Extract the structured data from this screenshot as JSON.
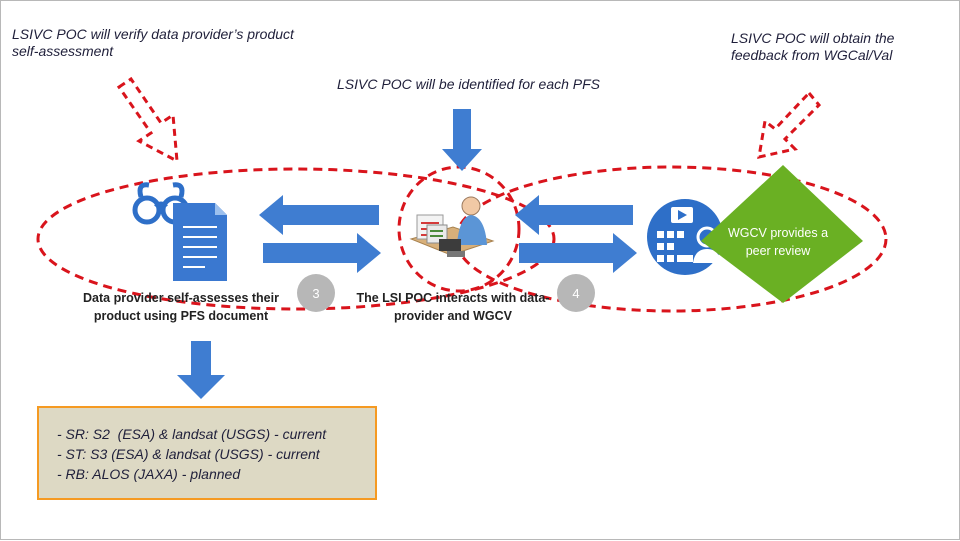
{
  "notes": {
    "left": "LSIVC POC will verify data provider’s product self-assessment",
    "right": "LSIVC POC will obtain the feedback from WGCal/Val",
    "center": "LSIVC POC will be identified for each PFS"
  },
  "captions": {
    "provider": "Data provider self-assesses their product using PFS document",
    "lsi": "The LSI POC interacts with data-provider and WGCV"
  },
  "steps": {
    "three": "3",
    "four": "4"
  },
  "peer_review": "WGCV provides a peer review",
  "sensors": [
    "- SR: S2  (ESA) & landsat (USGS) - current",
    "- ST: S3 (ESA) & landsat (USGS) - current",
    "- RB: ALOS (JAXA) - planned"
  ],
  "colors": {
    "dashed_red": "#d9141c",
    "arrow_blue": "#3f7dd1",
    "icon_blue": "#2e6fc8",
    "review_green": "#6ab023",
    "box_fill": "#ddd9c4",
    "box_border": "#f59a22"
  },
  "icons": [
    "glasses-icon",
    "document-icon",
    "person-at-desk-icon",
    "dashboard-user-icon"
  ]
}
